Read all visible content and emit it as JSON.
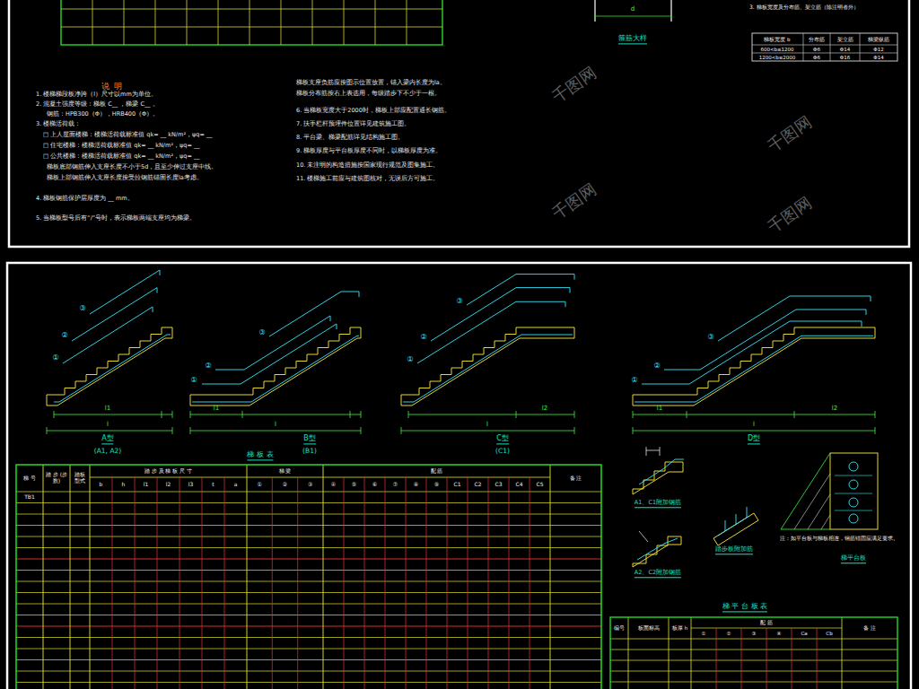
{
  "diagram": {
    "labels": [
      "说 明",
      "1. 楼梯梯段板净跨（l）尺寸以mm为单位。",
      "2. 混凝土强度等级：梯板 C__ ，梯梁 C__ 。",
      "钢筋：HPB300（Φ），HRB400（Φ）。",
      "3. 楼梯活荷载：",
      "□ 上人屋面楼梯：楼梯活荷载标准值 qk= __ kN/m²，ψq= __",
      "□ 住宅楼梯：楼梯活荷载标准值 qk= __ kN/m²，ψq= __",
      "□ 公共楼梯：楼梯活荷载标准值 qk= __ kN/m²，ψq= __",
      "梯板底部钢筋伸入支座长度不小于5d，且至少伸过支座中线。",
      "梯板上部钢筋伸入支座长度按受拉钢筋锚固长度la考虑。",
      "4. 梯板钢筋保护层厚度为 __ mm。",
      "5. 当梯板型号后有“/”号时，表示梯板两端支座均为梯梁。",
      "梯板支座负筋应按图示位置放置，锚入梁内长度为la。",
      "梯板分布筋按右上表选用，每级踏步下不少于一根。",
      "6. 当梯板宽度大于2000时，梯板上部应配置通长钢筋。",
      "7. 扶手栏杆预埋件位置详见建筑施工图。",
      "8. 平台梁、梯梁配筋详见结构施工图。",
      "9. 梯板厚度与平台板厚度不同时，以梯板厚度为准。",
      "10. 未注明的构造措施按国家现行规范及图集施工。",
      "11. 楼梯施工前应与建筑图核对，无误后方可施工。",
      "d",
      "箍筋大样",
      "3. 梯板宽度及分布筋、架立筋（除注明者外）",
      "梯板宽度 b",
      "分布筋",
      "架立筋",
      "梯梁纵筋",
      "600<b≤1200",
      "Φ6",
      "Φ14",
      "Φ12",
      "1200<b≤2000",
      "Φ6",
      "Φ16",
      "Φ14",
      "千图网",
      "千图网",
      "千图网",
      "千图网",
      "①",
      "②",
      "③",
      "l1",
      "l",
      "A型",
      "(A1, A2)",
      "①",
      "②",
      "③",
      "l1",
      "l",
      "B型",
      "(B1)",
      "①",
      "②",
      "③",
      "l2",
      "l",
      "C型",
      "(C1)",
      "①",
      "②",
      "③",
      "l1",
      "l2",
      "l",
      "D型",
      "梯 板 表",
      "梯 号",
      "踏 步 (步 数)",
      "踏板型式",
      "踏 步 及 梯 板 尺 寸",
      "b",
      "h",
      "l1",
      "l2",
      "l3",
      "t",
      "a",
      "梯  梁",
      "①",
      "②",
      "③",
      "配          筋",
      "④",
      "⑤",
      "⑥",
      "⑦",
      "⑧",
      "⑨",
      "C1",
      "C2",
      "C3",
      "C4",
      "C5",
      "备  注",
      "TB1",
      "A1、C1附加钢筋",
      "A2、C2附加钢筋",
      "踏步板附加筋",
      "注：如平台板与梯板相连，钢筋锚固应满足要求。",
      "梯平台板",
      "梯 平 台 板 表",
      "编号",
      "板面标高",
      "板厚 h",
      "配        筋",
      "①",
      "②",
      "③",
      "④",
      "Ca",
      "Cb",
      "备  注"
    ]
  }
}
